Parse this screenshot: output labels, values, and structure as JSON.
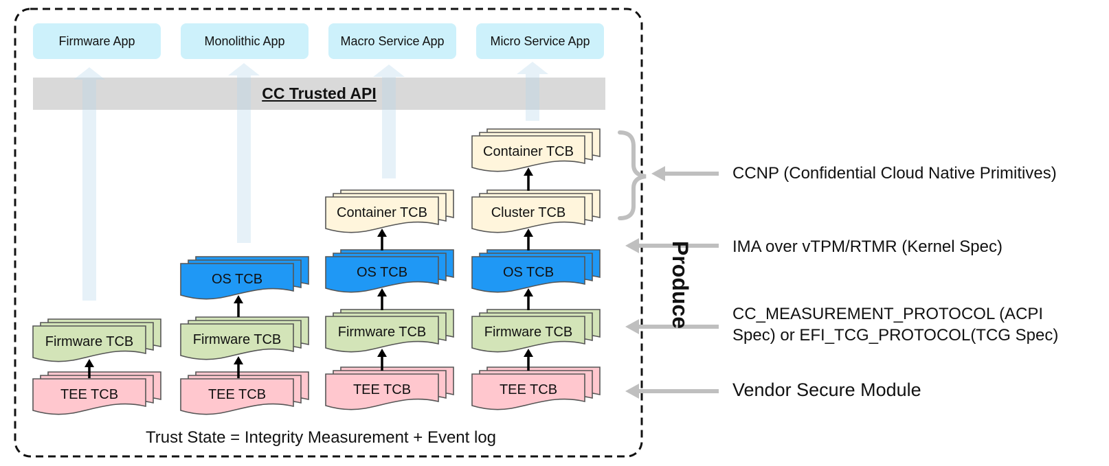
{
  "apps": [
    {
      "label": "Firmware App"
    },
    {
      "label": "Monolithic App"
    },
    {
      "label": "Macro Service App"
    },
    {
      "label": "Micro Service App"
    }
  ],
  "api": {
    "label": "CC Trusted API"
  },
  "tcb": {
    "tee": "TEE TCB",
    "firmware": "Firmware TCB",
    "os": "OS TCB",
    "container": "Container TCB",
    "cluster": "Cluster TCB"
  },
  "footer": {
    "label": "Trust State = Integrity Measurement + Event log"
  },
  "produce": {
    "label": "Produce"
  },
  "right_labels": {
    "ccnp": "CCNP (Confidential Cloud Native Primitives)",
    "ima": "IMA over vTPM/RTMR (Kernel Spec)",
    "measurement_line1": "CC_MEASUREMENT_PROTOCOL (ACPI",
    "measurement_line2": "Spec) or EFI_TCG_PROTOCOL(TCG Spec)",
    "vendor": "Vendor Secure Module"
  },
  "colors": {
    "tee": "#ffc7ce",
    "firmware": "#d3e4b8",
    "os": "#1f98f5",
    "container": "#fff5dc",
    "app": "#cdf1fb",
    "api": "#d9d9d9",
    "flow_arrow": "#e5f1f8",
    "pointer_arrow": "#bfbfbf"
  }
}
